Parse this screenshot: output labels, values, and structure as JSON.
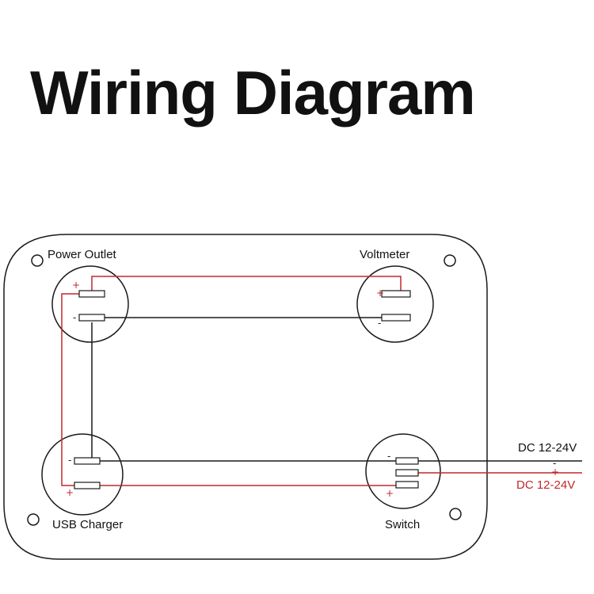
{
  "title": "Wiring Diagram",
  "components": {
    "power_outlet": {
      "label": "Power Outlet",
      "plus": "+",
      "minus": "-"
    },
    "voltmeter": {
      "label": "Voltmeter",
      "plus": "+",
      "minus": "-"
    },
    "usb_charger": {
      "label": "USB Charger",
      "plus": "+",
      "minus": "-"
    },
    "switch": {
      "label": "Switch",
      "plus": "+",
      "minus": "-"
    }
  },
  "supply": {
    "negative_label": "DC 12-24V",
    "negative_sign": "-",
    "positive_label": "DC 12-24V",
    "positive_sign": "+"
  },
  "colors": {
    "positive_wire": "#c0282d",
    "negative_wire": "#1a1a1a",
    "panel_outline": "#1a1a1a"
  }
}
